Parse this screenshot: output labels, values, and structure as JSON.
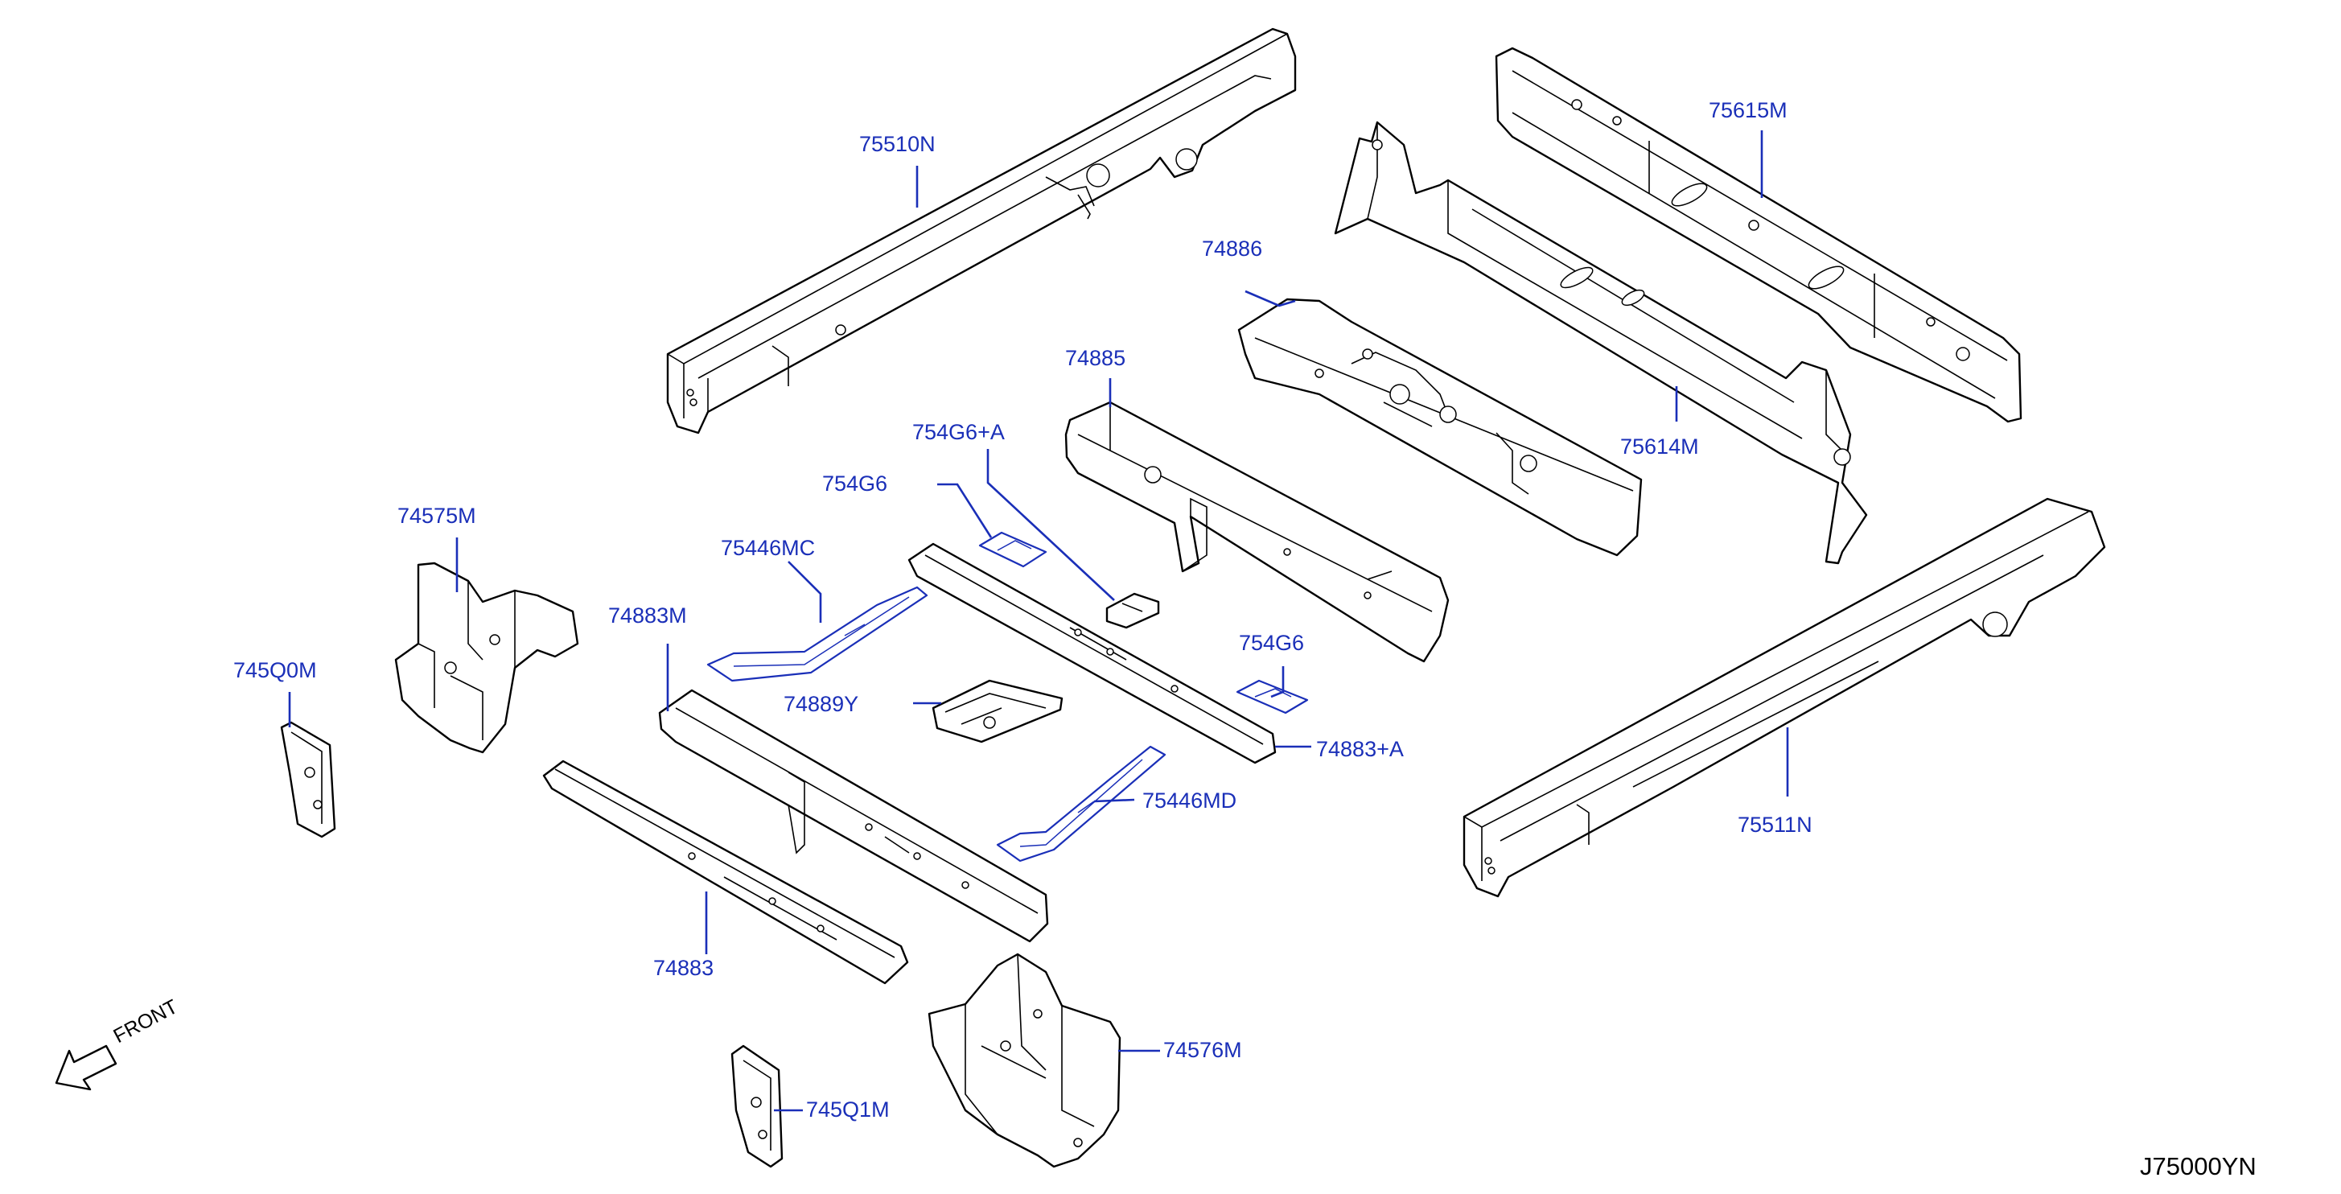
{
  "diagram": {
    "code": "J75000YN",
    "front_label": "FRONT",
    "accent_color": "#1a2fb8",
    "line_color": "#000000"
  },
  "callouts": [
    {
      "id": "75510N",
      "text": "75510N"
    },
    {
      "id": "75615M",
      "text": "75615M"
    },
    {
      "id": "74886",
      "text": "74886"
    },
    {
      "id": "74885",
      "text": "74885"
    },
    {
      "id": "754G6+A",
      "text": "754G6+A"
    },
    {
      "id": "754G6-a",
      "text": "754G6"
    },
    {
      "id": "75614M",
      "text": "75614M"
    },
    {
      "id": "74575M",
      "text": "74575M"
    },
    {
      "id": "75446MC",
      "text": "75446MC"
    },
    {
      "id": "74883M",
      "text": "74883M"
    },
    {
      "id": "745Q0M",
      "text": "745Q0M"
    },
    {
      "id": "74889Y",
      "text": "74889Y"
    },
    {
      "id": "754G6-b",
      "text": "754G6"
    },
    {
      "id": "74883+A",
      "text": "74883+A"
    },
    {
      "id": "75446MD",
      "text": "75446MD"
    },
    {
      "id": "75511N",
      "text": "75511N"
    },
    {
      "id": "74883",
      "text": "74883"
    },
    {
      "id": "74576M",
      "text": "74576M"
    },
    {
      "id": "745Q1M",
      "text": "745Q1M"
    }
  ]
}
